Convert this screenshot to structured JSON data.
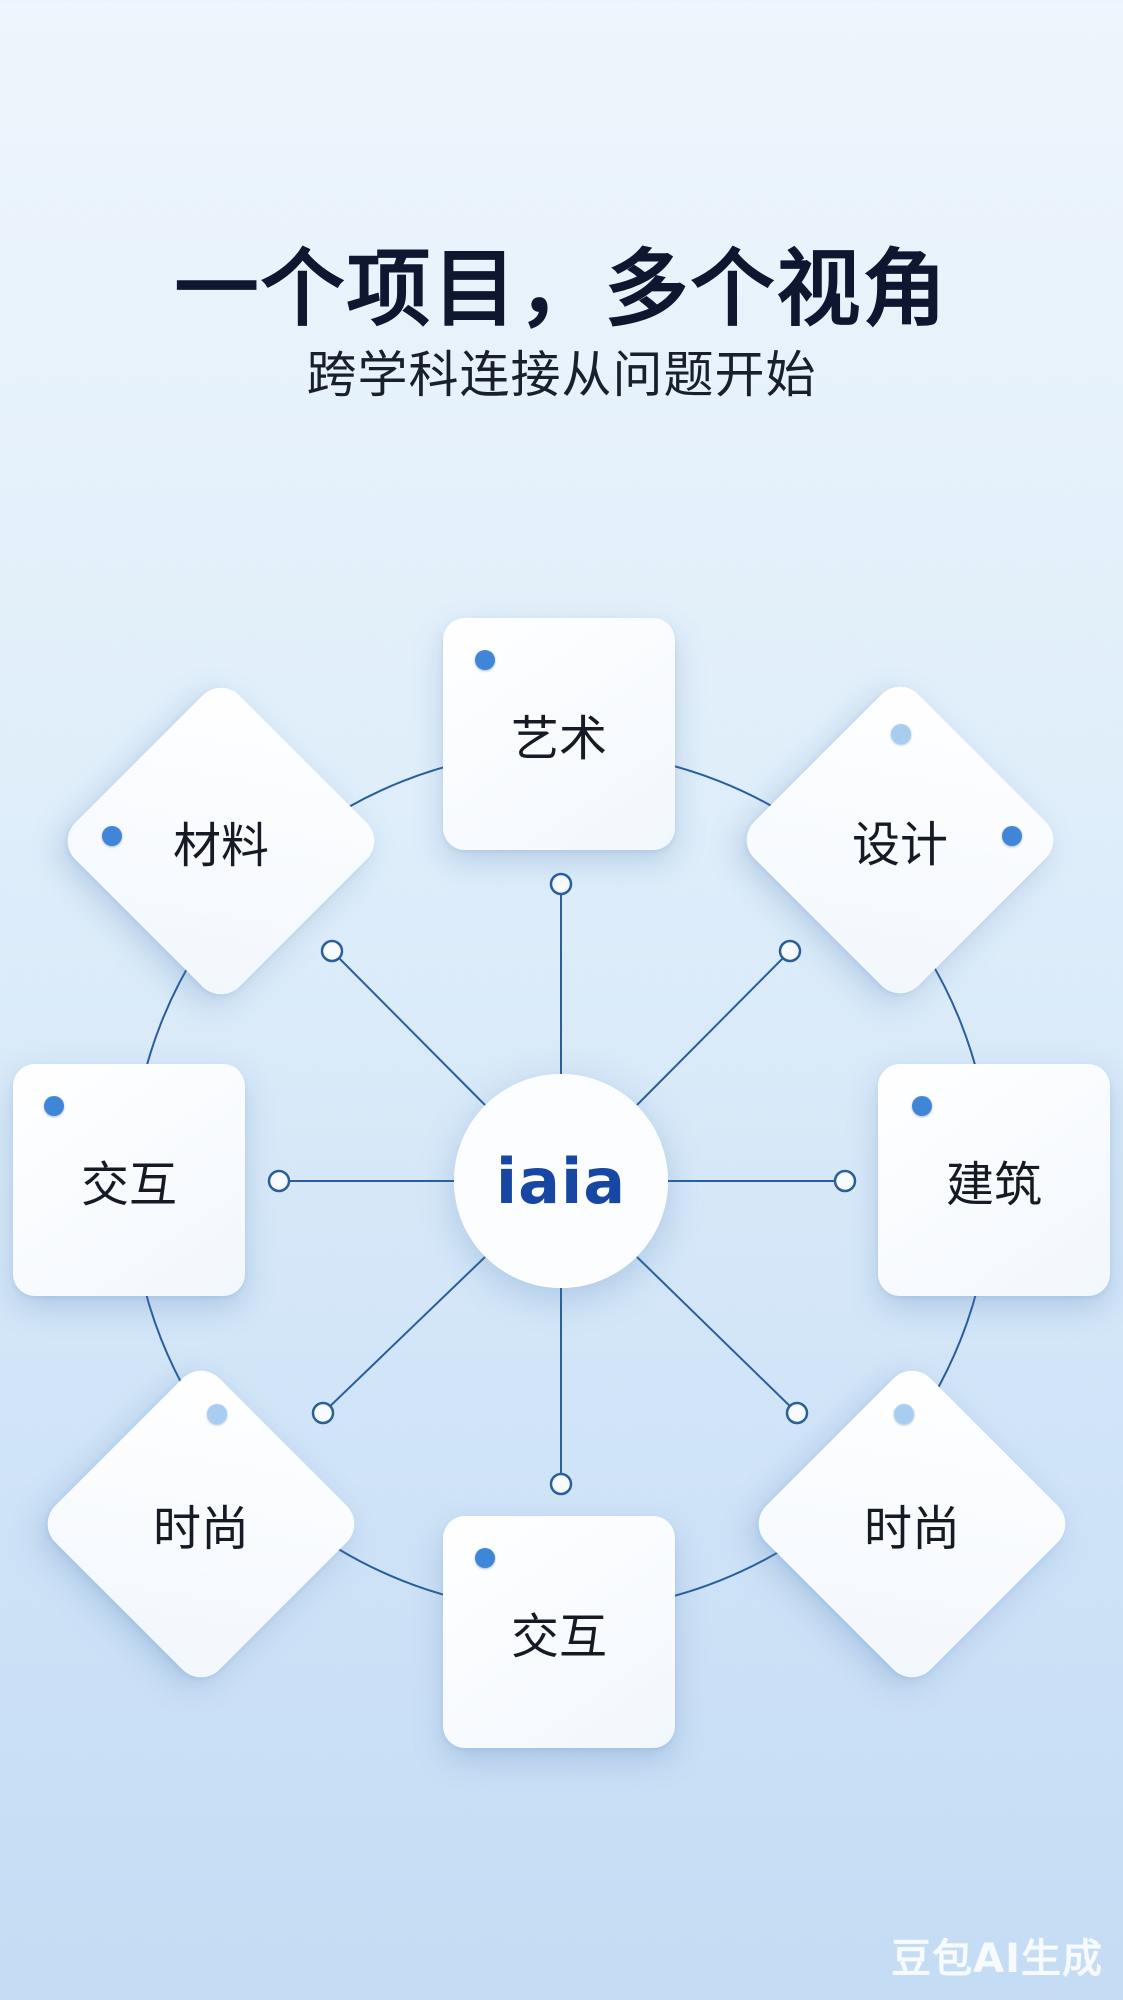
{
  "header": {
    "title": "一个项目，多个视角",
    "subtitle": "跨学科连接从问题开始"
  },
  "hub": {
    "label": "iaia"
  },
  "nodes": [
    {
      "label": "艺术"
    },
    {
      "label": "设计"
    },
    {
      "label": "建筑"
    },
    {
      "label": "时尚"
    },
    {
      "label": "交互"
    },
    {
      "label": "时尚"
    },
    {
      "label": "交互"
    },
    {
      "label": "材料"
    }
  ],
  "watermark": "豆包AI生成",
  "colors": {
    "line": "#2a5f9a",
    "accent_dot": "#3f86d8",
    "hub_text": "#1747a3"
  }
}
